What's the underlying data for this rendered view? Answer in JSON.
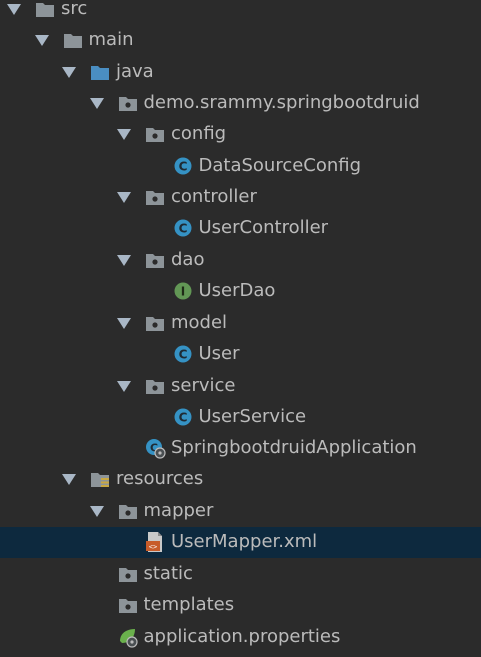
{
  "tree": [
    {
      "label": "src",
      "icon": "folder-icon",
      "expanded": true
    },
    {
      "label": "main",
      "icon": "folder-icon",
      "expanded": true
    },
    {
      "label": "java",
      "icon": "source-folder-icon",
      "expanded": true
    },
    {
      "label": "demo.srammy.springbootdruid",
      "icon": "package-icon",
      "expanded": true
    },
    {
      "label": "config",
      "icon": "package-icon",
      "expanded": true
    },
    {
      "label": "DataSourceConfig",
      "icon": "class-icon"
    },
    {
      "label": "controller",
      "icon": "package-icon",
      "expanded": true
    },
    {
      "label": "UserController",
      "icon": "class-icon"
    },
    {
      "label": "dao",
      "icon": "package-icon",
      "expanded": true
    },
    {
      "label": "UserDao",
      "icon": "interface-icon"
    },
    {
      "label": "model",
      "icon": "package-icon",
      "expanded": true
    },
    {
      "label": "User",
      "icon": "class-icon"
    },
    {
      "label": "service",
      "icon": "package-icon",
      "expanded": true
    },
    {
      "label": "UserService",
      "icon": "class-icon"
    },
    {
      "label": "SpringbootdruidApplication",
      "icon": "spring-boot-class-icon"
    },
    {
      "label": "resources",
      "icon": "resources-folder-icon",
      "expanded": true
    },
    {
      "label": "mapper",
      "icon": "package-icon",
      "expanded": true
    },
    {
      "label": "UserMapper.xml",
      "icon": "xml-file-icon",
      "selected": true
    },
    {
      "label": "static",
      "icon": "package-icon"
    },
    {
      "label": "templates",
      "icon": "package-icon"
    },
    {
      "label": "application.properties",
      "icon": "spring-properties-icon"
    }
  ],
  "colors": {
    "background": "#2b2b2b",
    "text": "#bbbbbb",
    "selection": "#0d293e",
    "class_icon": "#3592c4",
    "interface_icon": "#629755",
    "folder": "#8d9499",
    "source_folder": "#4a8ec2"
  }
}
